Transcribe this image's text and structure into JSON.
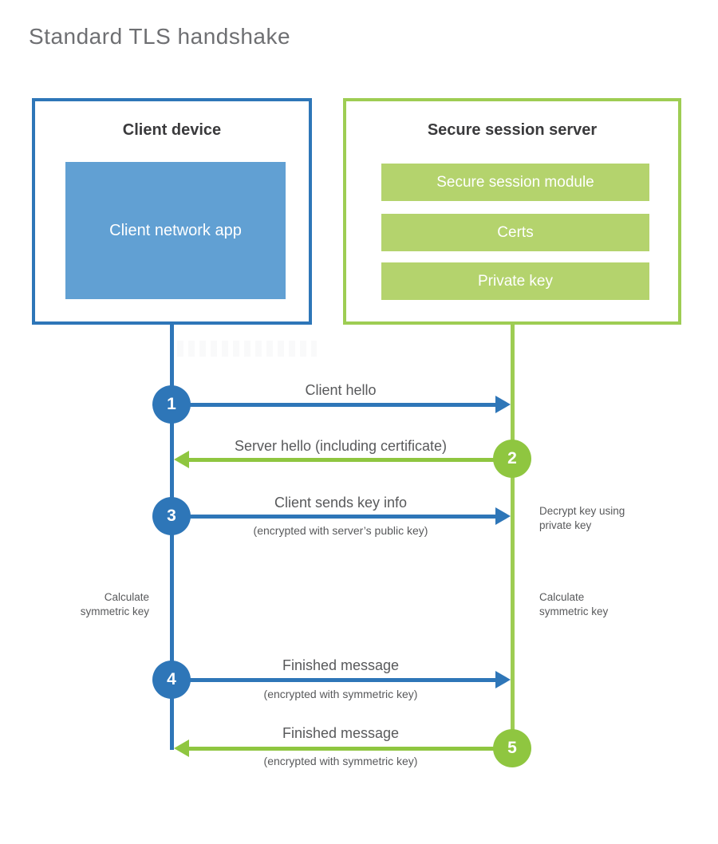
{
  "title": "Standard TLS handshake",
  "colors": {
    "blue": "#2e76b8",
    "blue_fill": "#61a0d3",
    "green": "#8fc640",
    "green_border": "#9ecd53",
    "green_fill": "#b4d36d",
    "heading_text": "#3a3a3c",
    "label_text": "#58595b",
    "title_text": "#6e6f72"
  },
  "client": {
    "title": "Client device",
    "module": "Client network app"
  },
  "server": {
    "title": "Secure session server",
    "modules": [
      "Secure session module",
      "Certs",
      "Private key"
    ]
  },
  "steps": [
    {
      "num": "1",
      "from": "client",
      "direction": "right",
      "label": "Client hello",
      "sublabel": ""
    },
    {
      "num": "2",
      "from": "server",
      "direction": "left",
      "label": "Server hello (including certificate)",
      "sublabel": ""
    },
    {
      "num": "3",
      "from": "client",
      "direction": "right",
      "label": "Client sends key info",
      "sublabel": "(encrypted with server’s public key)"
    },
    {
      "num": "4",
      "from": "client",
      "direction": "right",
      "label": "Finished message",
      "sublabel": "(encrypted with symmetric key)"
    },
    {
      "num": "5",
      "from": "server",
      "direction": "left",
      "label": "Finished message",
      "sublabel": "(encrypted with symmetric key)"
    }
  ],
  "notes": {
    "decrypt": "Decrypt key using private key",
    "calc_left": "Calculate symmetric key",
    "calc_right": "Calculate symmetric key"
  }
}
